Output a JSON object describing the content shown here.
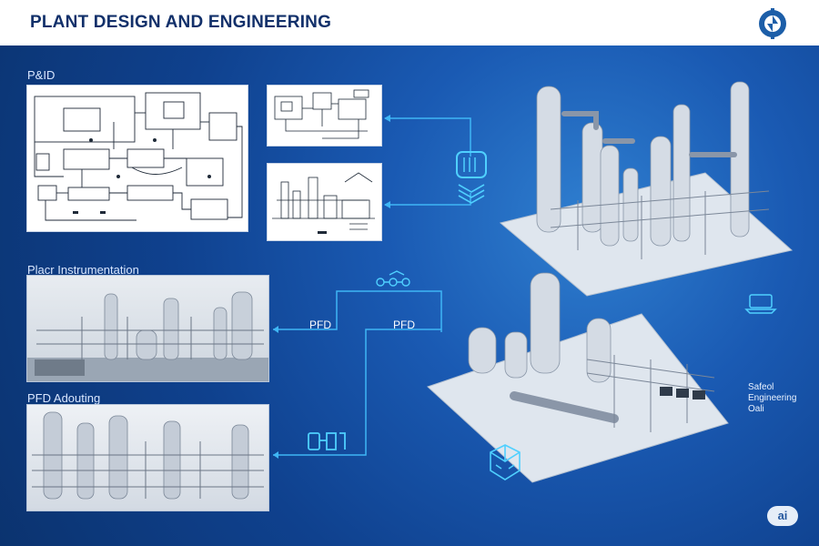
{
  "header": {
    "title": "PLANT DESIGN AND ENGINEERING",
    "logo_icon": "gear-logo-icon"
  },
  "sections": {
    "pid_label": "P&ID",
    "instrumentation_label": "Placr Instrumentation",
    "pfd_label": "PFD Adouting"
  },
  "flow_labels": {
    "pfd_left": "PFD",
    "pfd_right": "PFD"
  },
  "annotation": {
    "line1": "Safeol",
    "line2": "Engineering",
    "line3": "Oali"
  },
  "badge": {
    "text": "ai"
  },
  "colors": {
    "header_bg": "#ffffff",
    "title": "#12306a",
    "background": "#0f3f86",
    "connector": "#3fb6f5",
    "panel_bg": "#ffffff"
  },
  "icons": [
    "database-stack-icon",
    "valve-connector-icon",
    "flow-component-icon",
    "monitor-device-icon",
    "puzzle-cube-icon"
  ]
}
